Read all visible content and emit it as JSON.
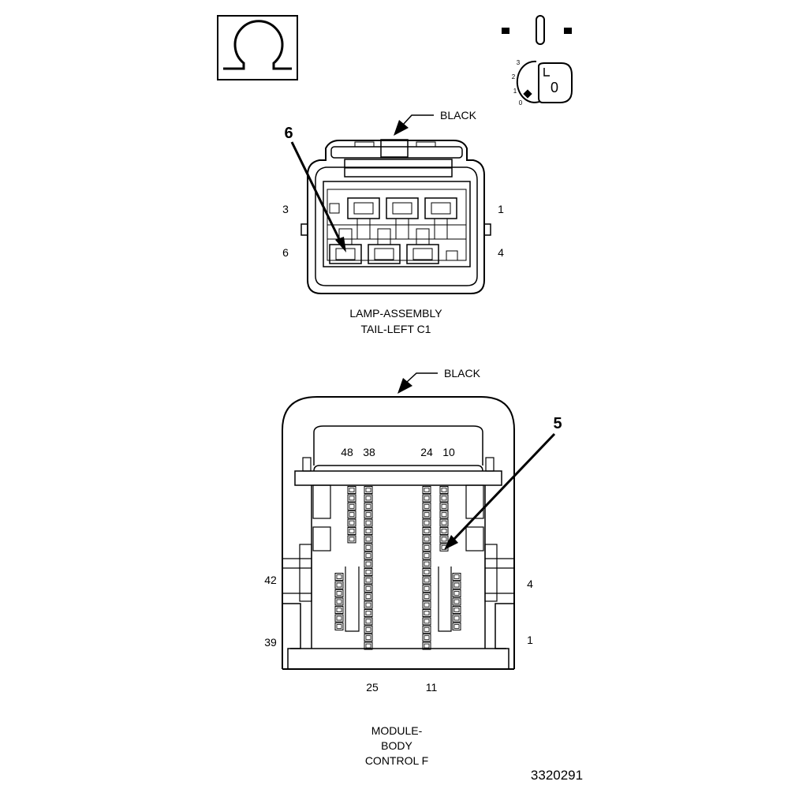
{
  "icons": {
    "ohm_symbol": "omega-icon",
    "ignition_key": "ignition-key-icon",
    "key_face_label": "0",
    "key_positions": [
      "3",
      "2",
      "1",
      "0"
    ]
  },
  "connector_c1": {
    "color_label": "BLACK",
    "callout_number": "6",
    "pin_labels": {
      "top_left": "3",
      "top_right": "1",
      "bottom_left": "6",
      "bottom_right": "4"
    },
    "name_line1": "LAMP-ASSEMBLY",
    "name_line2": "TAIL-LEFT C1"
  },
  "connector_f": {
    "color_label": "BLACK",
    "callout_number": "5",
    "top_pin_labels": [
      "48",
      "38",
      "24",
      "10"
    ],
    "side_pin_labels": {
      "upper_left": "42",
      "upper_right": "4",
      "lower_left": "39",
      "lower_right": "1"
    },
    "bottom_pin_labels": [
      "25",
      "11"
    ],
    "name_line1": "MODULE-",
    "name_line2": "BODY",
    "name_line3": "CONTROL F"
  },
  "figure_id": "3320291"
}
